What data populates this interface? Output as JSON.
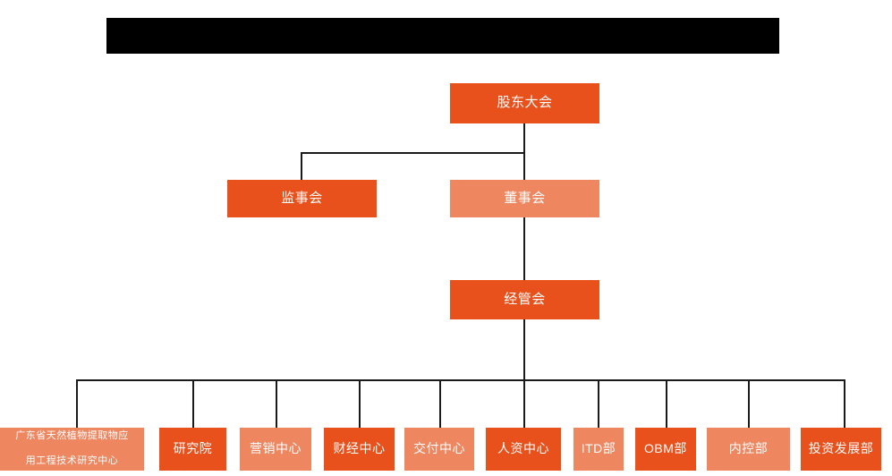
{
  "header": {
    "redacted_bar": true,
    "title": ""
  },
  "colors": {
    "accent_dark": "#E9511C",
    "accent_light": "#EE8660",
    "line": "#1a1a1a",
    "background": "#ffffff",
    "redaction": "#000000"
  },
  "chart_data": {
    "type": "diagram",
    "diagram_type": "org-chart",
    "title": "",
    "levels": [
      {
        "level": 1,
        "nodes": [
          {
            "id": "shareholders",
            "label": "股东大会",
            "fill": "dark"
          }
        ]
      },
      {
        "level": 2,
        "nodes": [
          {
            "id": "supervisors",
            "label": "监事会",
            "fill": "dark"
          },
          {
            "id": "directors",
            "label": "董事会",
            "fill": "light"
          }
        ]
      },
      {
        "level": 3,
        "nodes": [
          {
            "id": "management",
            "label": "经管会",
            "fill": "dark"
          }
        ]
      },
      {
        "level": 4,
        "nodes": [
          {
            "id": "research-center",
            "label": "广东省天然植物提取物应用工程技术研究中心",
            "fill": "light"
          },
          {
            "id": "institute",
            "label": "研究院",
            "fill": "dark"
          },
          {
            "id": "marketing",
            "label": "营销中心",
            "fill": "light"
          },
          {
            "id": "finance",
            "label": "财经中心",
            "fill": "dark"
          },
          {
            "id": "delivery",
            "label": "交付中心",
            "fill": "light"
          },
          {
            "id": "hr",
            "label": "人资中心",
            "fill": "dark"
          },
          {
            "id": "itd",
            "label": "ITD部",
            "fill": "light"
          },
          {
            "id": "obm",
            "label": "OBM部",
            "fill": "dark"
          },
          {
            "id": "internal-control",
            "label": "内控部",
            "fill": "light"
          },
          {
            "id": "investment",
            "label": "投资发展部",
            "fill": "dark"
          }
        ]
      }
    ],
    "edges": [
      {
        "from": "shareholders",
        "to": "supervisors"
      },
      {
        "from": "shareholders",
        "to": "directors"
      },
      {
        "from": "directors",
        "to": "management"
      },
      {
        "from": "management",
        "to": "research-center"
      },
      {
        "from": "management",
        "to": "institute"
      },
      {
        "from": "management",
        "to": "marketing"
      },
      {
        "from": "management",
        "to": "finance"
      },
      {
        "from": "management",
        "to": "delivery"
      },
      {
        "from": "management",
        "to": "hr"
      },
      {
        "from": "management",
        "to": "itd"
      },
      {
        "from": "management",
        "to": "obm"
      },
      {
        "from": "management",
        "to": "internal-control"
      },
      {
        "from": "management",
        "to": "investment"
      }
    ]
  },
  "nodes": {
    "shareholders": "股东大会",
    "supervisors": "监事会",
    "directors": "董事会",
    "management": "经管会",
    "research_center_line1": "广东省天然植物提取物应",
    "research_center_line2": "用工程技术研究中心",
    "institute": "研究院",
    "marketing": "营销中心",
    "finance": "财经中心",
    "delivery": "交付中心",
    "hr": "人资中心",
    "itd": "ITD部",
    "obm": "OBM部",
    "internal_control": "内控部",
    "investment": "投资发展部"
  }
}
